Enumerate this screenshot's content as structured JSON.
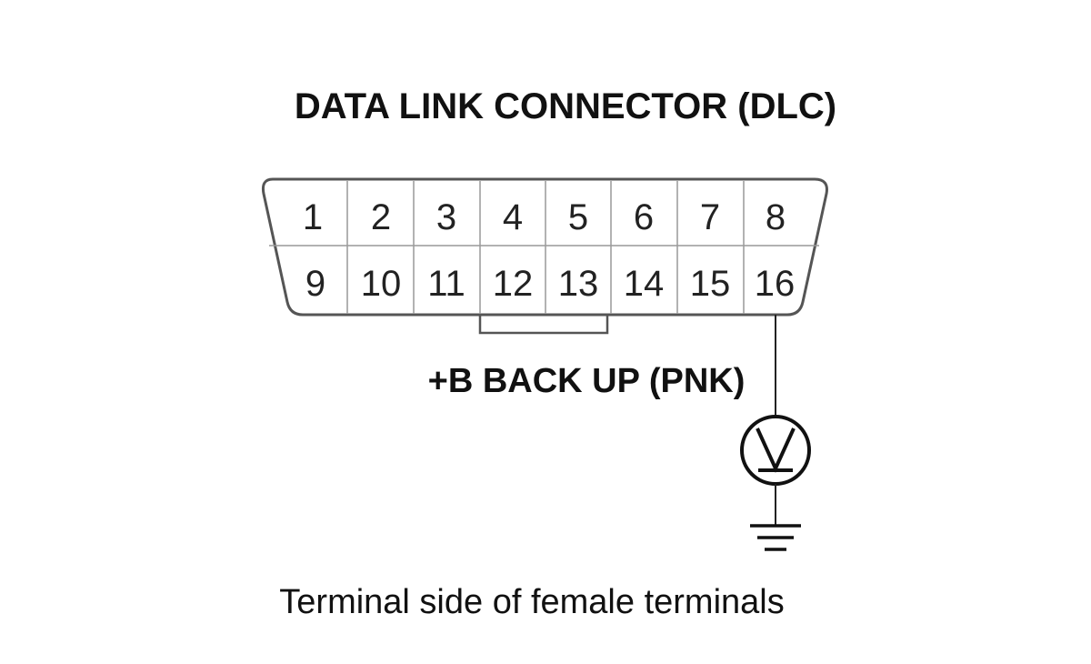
{
  "title": "DATA LINK CONNECTOR (DLC)",
  "connector": {
    "top_row": [
      "1",
      "2",
      "3",
      "4",
      "5",
      "6",
      "7",
      "8"
    ],
    "bottom_row": [
      "9",
      "10",
      "11",
      "12",
      "13",
      "14",
      "15",
      "16"
    ]
  },
  "probe_label": "+B BACK UP (PNK)",
  "caption": "Terminal side of female terminals",
  "icons": {
    "meter": "voltmeter-icon",
    "ground": "ground-icon"
  }
}
